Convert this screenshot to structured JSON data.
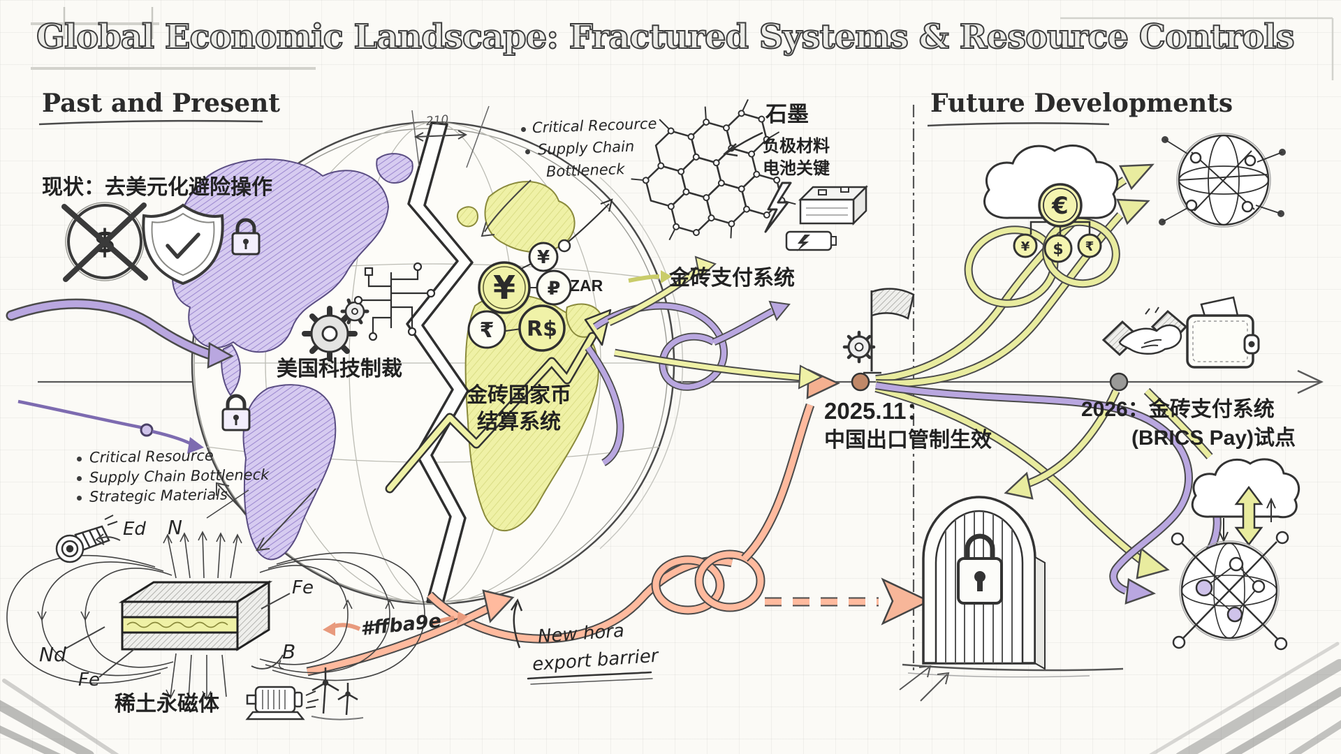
{
  "title": "Global Economic Landscape: Fractured Systems & Resource Controls",
  "headings": {
    "left": "Past and Present",
    "right": "Future Developments"
  },
  "past": {
    "status": "现状：去美元化避险操作",
    "no_dollar_symbol": "$",
    "crack_dimension": "210",
    "crack_notes": {
      "bullet1": "Critical Recource",
      "bullet2a": "Supply Chain",
      "bullet2b": "Bottleneck"
    },
    "tech_sanctions": "美国科技制裁",
    "settlement_line1": "金砖国家币",
    "settlement_line2": "结算系统",
    "currencies": {
      "yen_small": "¥",
      "yen": "¥",
      "ruble": "₽",
      "zar": "ZAR",
      "rupee": "₹",
      "real": "R$"
    },
    "resource_notes": [
      "Critical Resource",
      "Supply Chain Bottleneck",
      "Strategic Materials"
    ]
  },
  "graphite": {
    "name": "石墨",
    "desc1": "负极材料",
    "desc2": "电池关键"
  },
  "brics_pay": "金砖支付系统",
  "magnet": {
    "label_ed": "Ed",
    "label_n": "N",
    "label_fe_right": "Fe",
    "label_nd": "Nd",
    "label_fe_bottom": "Fe",
    "label_b": "B",
    "caption": "稀土永磁体"
  },
  "notes": {
    "color_hex": "#ffba9e",
    "export_line1": "New hora",
    "export_line2": "export barrier"
  },
  "timeline": {
    "event1_date": "2025.11：",
    "event1_text": "中国出口管制生效",
    "event2_line1": "2026：金砖支付系统",
    "event2_line2": "(BRICS Pay)试点"
  },
  "future": {
    "cloud": {
      "euro": "€",
      "yen": "¥",
      "dollar": "$",
      "rupee": "₹"
    }
  },
  "colors": {
    "salmon": "#ffba9e",
    "purple": "#b9a7e0",
    "yellow": "#eff1a6",
    "ink": "#333333"
  }
}
